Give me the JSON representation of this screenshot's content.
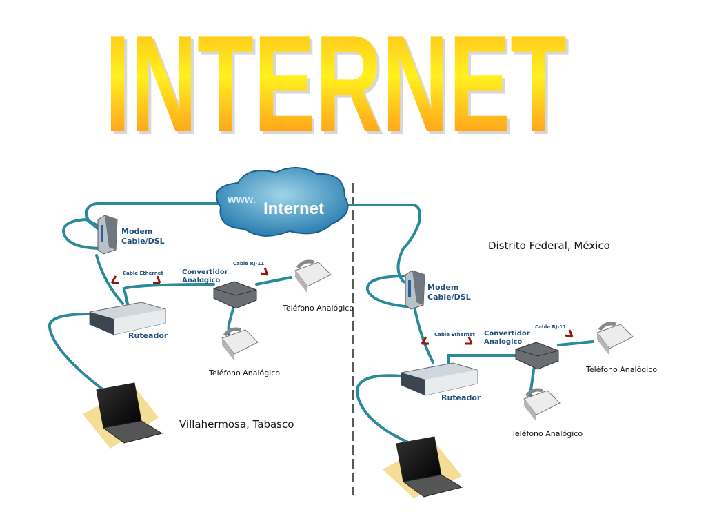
{
  "title": "INTERNET",
  "cloud": {
    "www": "www.",
    "label": "Internet"
  },
  "left_site": {
    "location": "Villahermosa, Tabasco",
    "modem": [
      "Modem",
      "Cable/DSL"
    ],
    "cable_ethernet": "Cable  Ethernet",
    "converter": [
      "Convertidor",
      "Analogico"
    ],
    "cable_rj11": "Cable  RJ-11",
    "router": "Ruteador",
    "phone_top": "Teléfono Analógico",
    "phone_bottom": "Teléfono Analógico"
  },
  "right_site": {
    "location": "Distrito Federal, México",
    "modem": [
      "Modem",
      "Cable/DSL"
    ],
    "cable_ethernet": "Cable  Ethernet",
    "converter": [
      "Convertidor",
      "Analogico"
    ],
    "cable_rj11": "Cable  RJ-11",
    "router": "Ruteador",
    "phone_top": "Teléfono Analógico",
    "phone_bottom": "Teléfono Analógico"
  },
  "colors": {
    "cable": "#2a8a9c",
    "title_top": "#ffe81a",
    "title_bottom": "#ff8a1a",
    "label": "#1f4f7a"
  }
}
